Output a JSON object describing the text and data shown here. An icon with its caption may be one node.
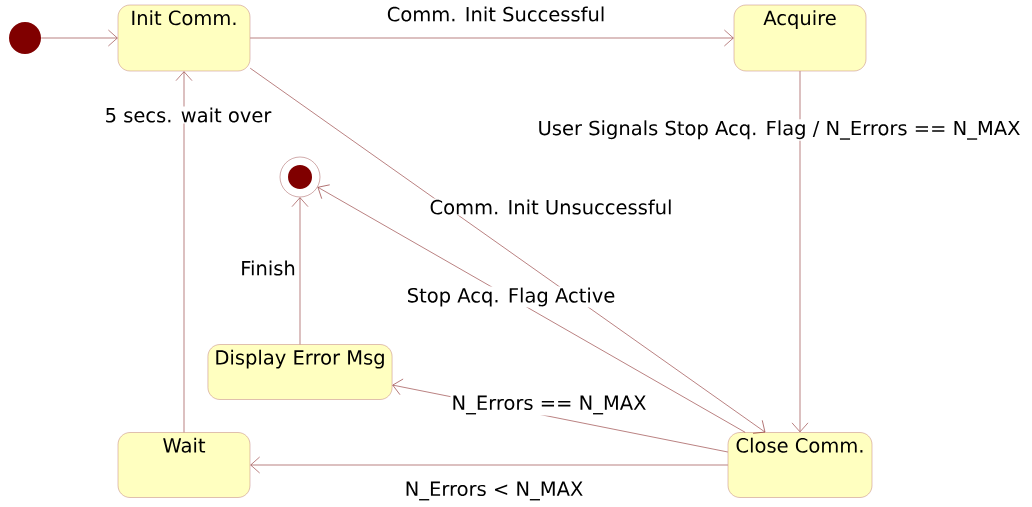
{
  "diagram": {
    "nodes": [
      {
        "text": [],
        "shape": "circle"
      },
      {
        "text": [
          "Init Comm."
        ]
      },
      {
        "text": [
          "Acquire"
        ]
      },
      {
        "text": [],
        "shape": "circle"
      },
      {
        "text": [
          "Display Error Msg"
        ]
      },
      {
        "text": [
          "Wait"
        ]
      },
      {
        "text": [
          "Close Comm."
        ]
      }
    ],
    "edges": [
      {
        "from": 0,
        "to": 1,
        "arrow": "to"
      },
      {
        "from": 1,
        "to": 2,
        "arrow": "to",
        "label": "Comm. Init Successful"
      },
      {
        "from": 1,
        "to": 6,
        "arrow": "to",
        "label": "Comm. Init Unsuccessful"
      },
      {
        "from": 2,
        "to": 6,
        "arrow": "to",
        "label": "User Signals Stop Acq. Flag / N_Errors == N_MAX"
      },
      {
        "from": 6,
        "to": 3,
        "arrow": "to",
        "label": "Stop Acq. Flag Active"
      },
      {
        "from": 6,
        "to": 4,
        "arrow": "to",
        "label": "N_Errors == N_MAX"
      },
      {
        "from": 6,
        "to": 5,
        "arrow": "to",
        "label": "N_Errors < N_MAX"
      },
      {
        "from": 5,
        "to": 1,
        "arrow": "to",
        "label": "5 secs. wait over"
      },
      {
        "from": 4,
        "to": 3,
        "arrow": "to",
        "label": "Finish"
      }
    ]
  }
}
